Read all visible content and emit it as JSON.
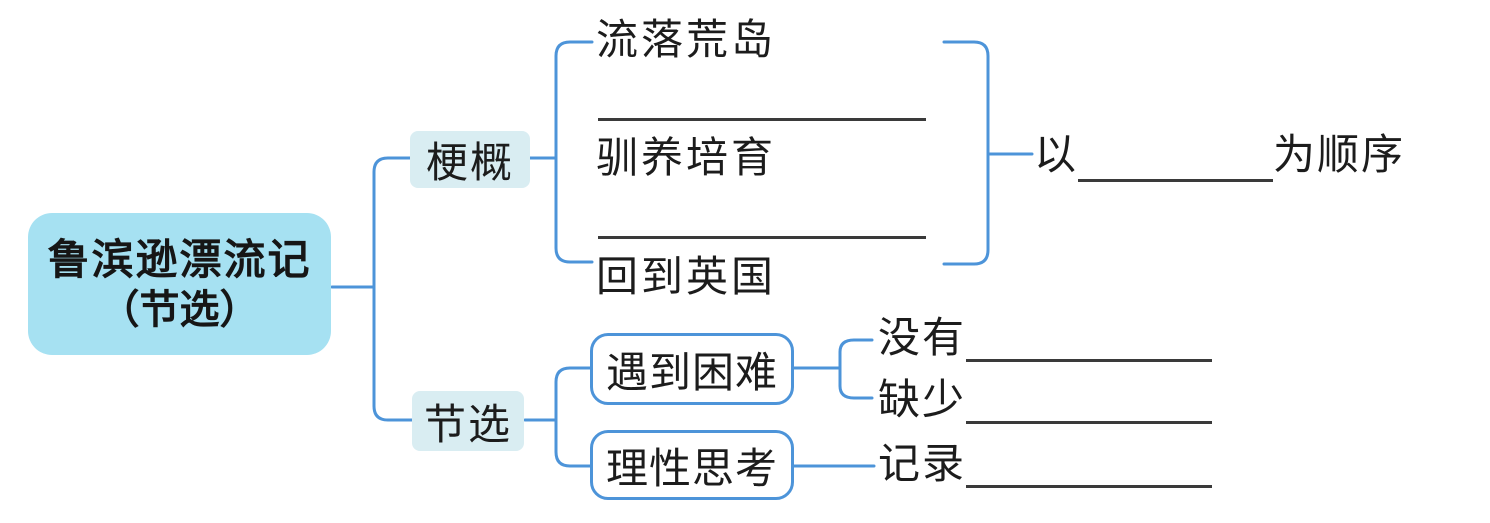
{
  "root": {
    "line1": "鲁滨逊漂流记",
    "line2": "（节选）"
  },
  "summary": {
    "label": "梗概",
    "items": [
      "流落荒岛",
      "驯养培育",
      "回到英国"
    ],
    "order": {
      "prefix": "以",
      "suffix": "为顺序"
    }
  },
  "excerpt": {
    "label": "节选",
    "difficulty": {
      "label": "遇到困难",
      "children": [
        "没有",
        "缺少"
      ]
    },
    "rational": {
      "label": "理性思考",
      "children": [
        "记录"
      ]
    }
  },
  "colors": {
    "connector": "#4d94d9",
    "root_fill": "#a6e1f2",
    "branch_label_fill": "#d9edf2",
    "blank_line": "#3a3a3a",
    "text": "#1c1c1c"
  }
}
